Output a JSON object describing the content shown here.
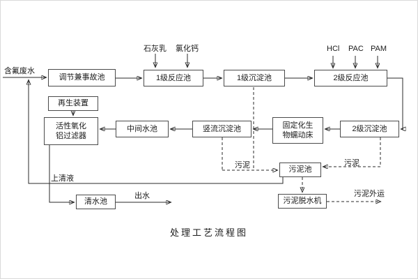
{
  "title": "处理工艺流程图",
  "influent_label": "含氟废水",
  "boxes": {
    "regulation": "调节兼事故池",
    "reaction1": "1级反应池",
    "sed1": "1级沉淀池",
    "reaction2": "2级反应池",
    "sed2": "2级沉淀池",
    "biobed": "固定化生物蠕动床",
    "vertical_sed": "竖流沉淀池",
    "middle_pool": "中间水池",
    "alumina_filter": "活性氧化铝过滤器",
    "regen": "再生装置",
    "clear_pool": "清水池",
    "sludge_pool": "污泥池",
    "dewater": "污泥脱水机"
  },
  "chemicals": {
    "lime": "石灰乳",
    "cacl2": "氯化钙",
    "hcl": "HCl",
    "pac": "PAC",
    "pam": "PAM"
  },
  "labels": {
    "supernatant": "上清液",
    "sludge_left": "污泥",
    "sludge_right": "污泥",
    "effluent": "出水",
    "sludge_out": "污泥外运"
  }
}
